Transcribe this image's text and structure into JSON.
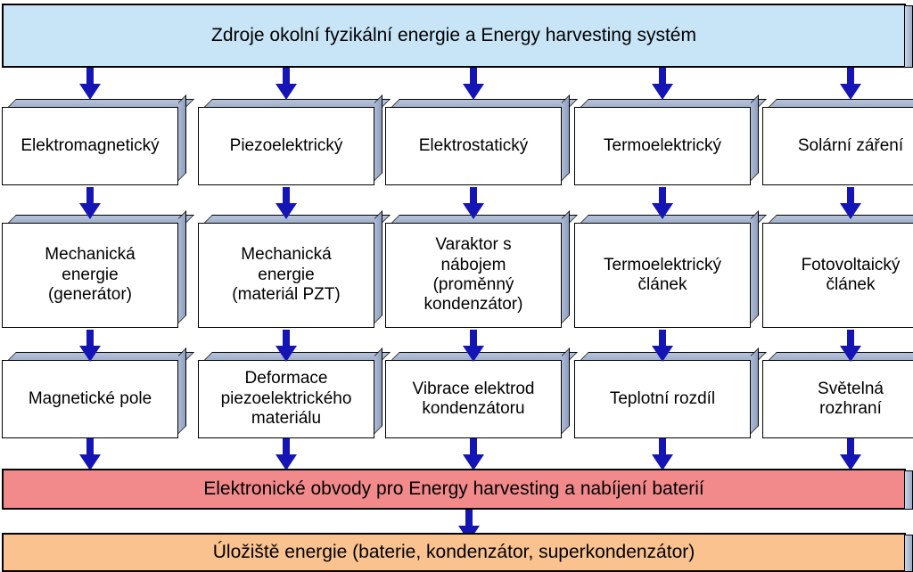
{
  "top_banner": "Zdroje okolní fyzikální energie a Energy harvesting systém",
  "columns": [
    {
      "type": "Elektromagnetický",
      "converter": "Mechanická\nenergie\n(generátor)",
      "source": "Magnetické pole"
    },
    {
      "type": "Piezoelektrický",
      "converter": "Mechanická\nenergie\n(materiál PZT)",
      "source": "Deformace\npiezoelektrického\nmateriálu"
    },
    {
      "type": "Elektrostatický",
      "converter": "Varaktor s\nnábojem\n(proměnný\nkondenzátor)",
      "source": "Vibrace elektrod\nkondenzátoru"
    },
    {
      "type": "Termoelektrický",
      "converter": "Termoelektrický\nčlánek",
      "source": "Teplotní rozdíl"
    },
    {
      "type": "Solární záření",
      "converter": "Fotovoltaický\nčlánek",
      "source": "Světelná\nrozhraní"
    }
  ],
  "middle_banner": "Elektronické obvody pro Energy harvesting a nabíjení baterií",
  "bottom_banner": "Úložiště energie (baterie, kondenzátor, superkondenzátor)",
  "colors": {
    "top_banner_bg": "#c8e4f7",
    "middle_banner_bg": "#f28a8c",
    "bottom_banner_bg": "#f9c28e",
    "arrow": "#1515b5"
  }
}
